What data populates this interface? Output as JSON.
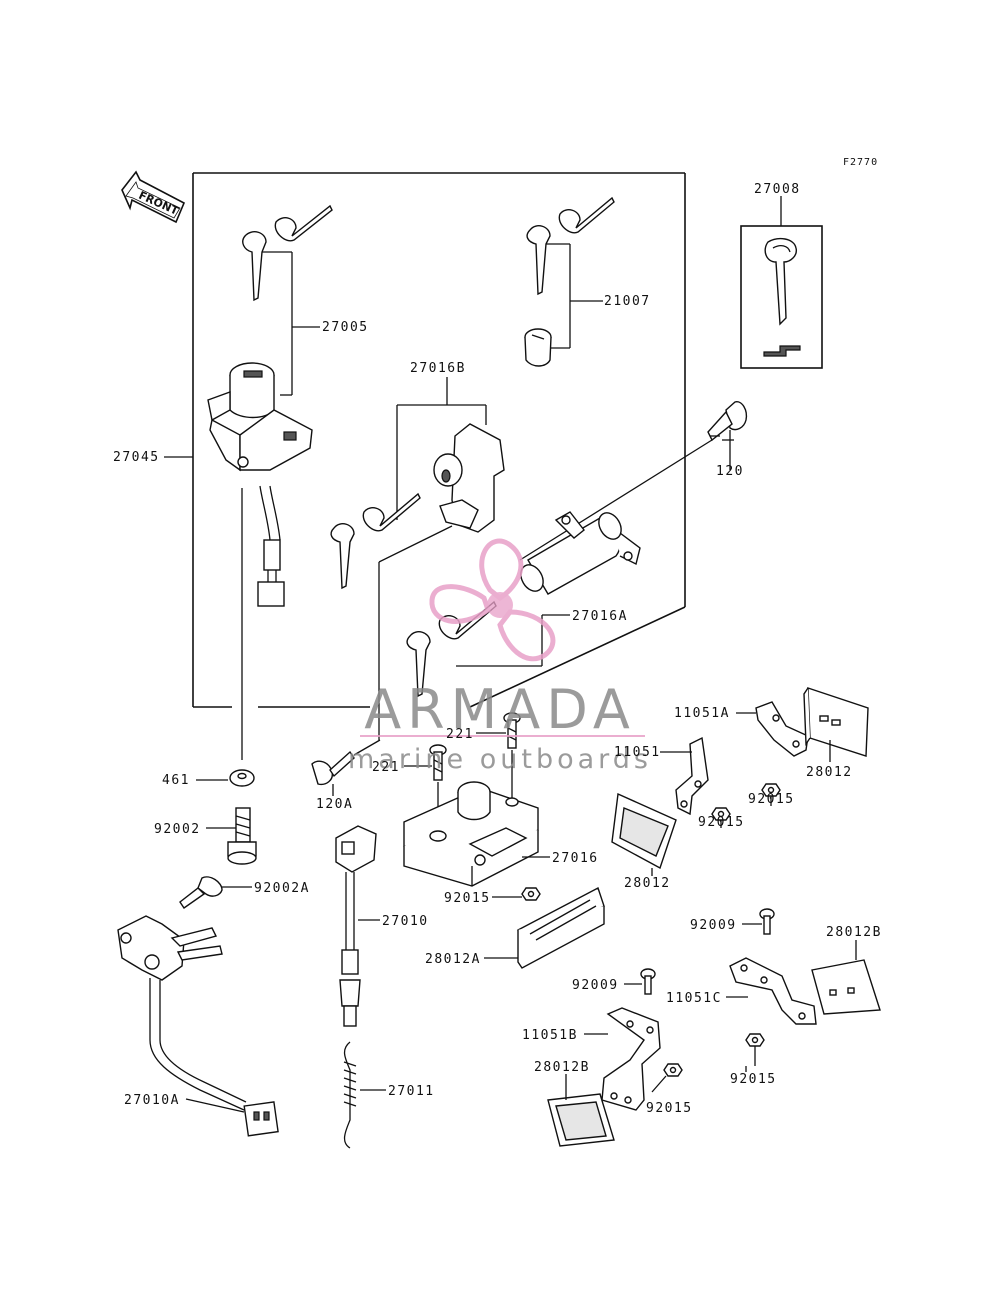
{
  "figure_code": "F2770",
  "front_label": "FRONT",
  "watermark": {
    "brand": "ARMADA",
    "tagline": "marine outboards",
    "accent_color": "#e8a0c8",
    "text_color": "#8a8a8a"
  },
  "parts": {
    "p27008": "27008",
    "p21007": "21007",
    "p27005": "27005",
    "p27016B": "27016B",
    "p27045": "27045",
    "p120": "120",
    "p27016A": "27016A",
    "p11051A": "11051A",
    "p221a": "221",
    "p221b": "221",
    "p11051": "11051",
    "p28012a": "28012",
    "p461": "461",
    "p120A": "120A",
    "p92015a": "92015",
    "p92015b": "92015",
    "p92002": "92002",
    "p27016": "27016",
    "p28012b": "28012",
    "p92002A": "92002A",
    "p92015c": "92015",
    "p27010": "27010",
    "p92009a": "92009",
    "p28012B_a": "28012B",
    "p28012A": "28012A",
    "p92009b": "92009",
    "p11051C": "11051C",
    "p11051B": "11051B",
    "p92015d": "92015",
    "p28012B_b": "28012B",
    "p92015e": "92015",
    "p27011": "27011",
    "p27010A": "27010A"
  }
}
